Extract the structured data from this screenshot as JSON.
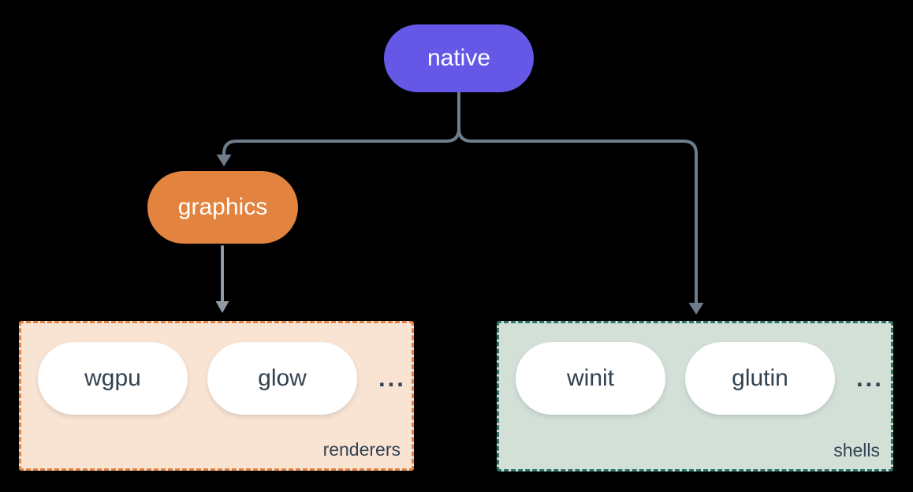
{
  "canvas": {
    "background": "#000000"
  },
  "connector": {
    "color": "#6e7d8c",
    "graphics_arrow_color": "#909ba7"
  },
  "nodes": {
    "native": {
      "label": "native",
      "fill": "#6558e7",
      "text_color": "#ffffff"
    },
    "graphics": {
      "label": "graphics",
      "fill": "#e2833f",
      "text_color": "#ffffff"
    }
  },
  "groups": {
    "renderers": {
      "label": "renderers",
      "items": [
        "wgpu",
        "glow"
      ],
      "ellipsis": "...",
      "fill": "#f9e4d4",
      "border_color": "#e2823e",
      "item_fill": "#ffffff",
      "item_text_color": "#334250"
    },
    "shells": {
      "label": "shells",
      "items": [
        "winit",
        "glutin"
      ],
      "ellipsis": "...",
      "fill": "#d2e0d8",
      "border_color": "#2c7466",
      "item_fill": "#ffffff",
      "item_text_color": "#334250"
    }
  }
}
